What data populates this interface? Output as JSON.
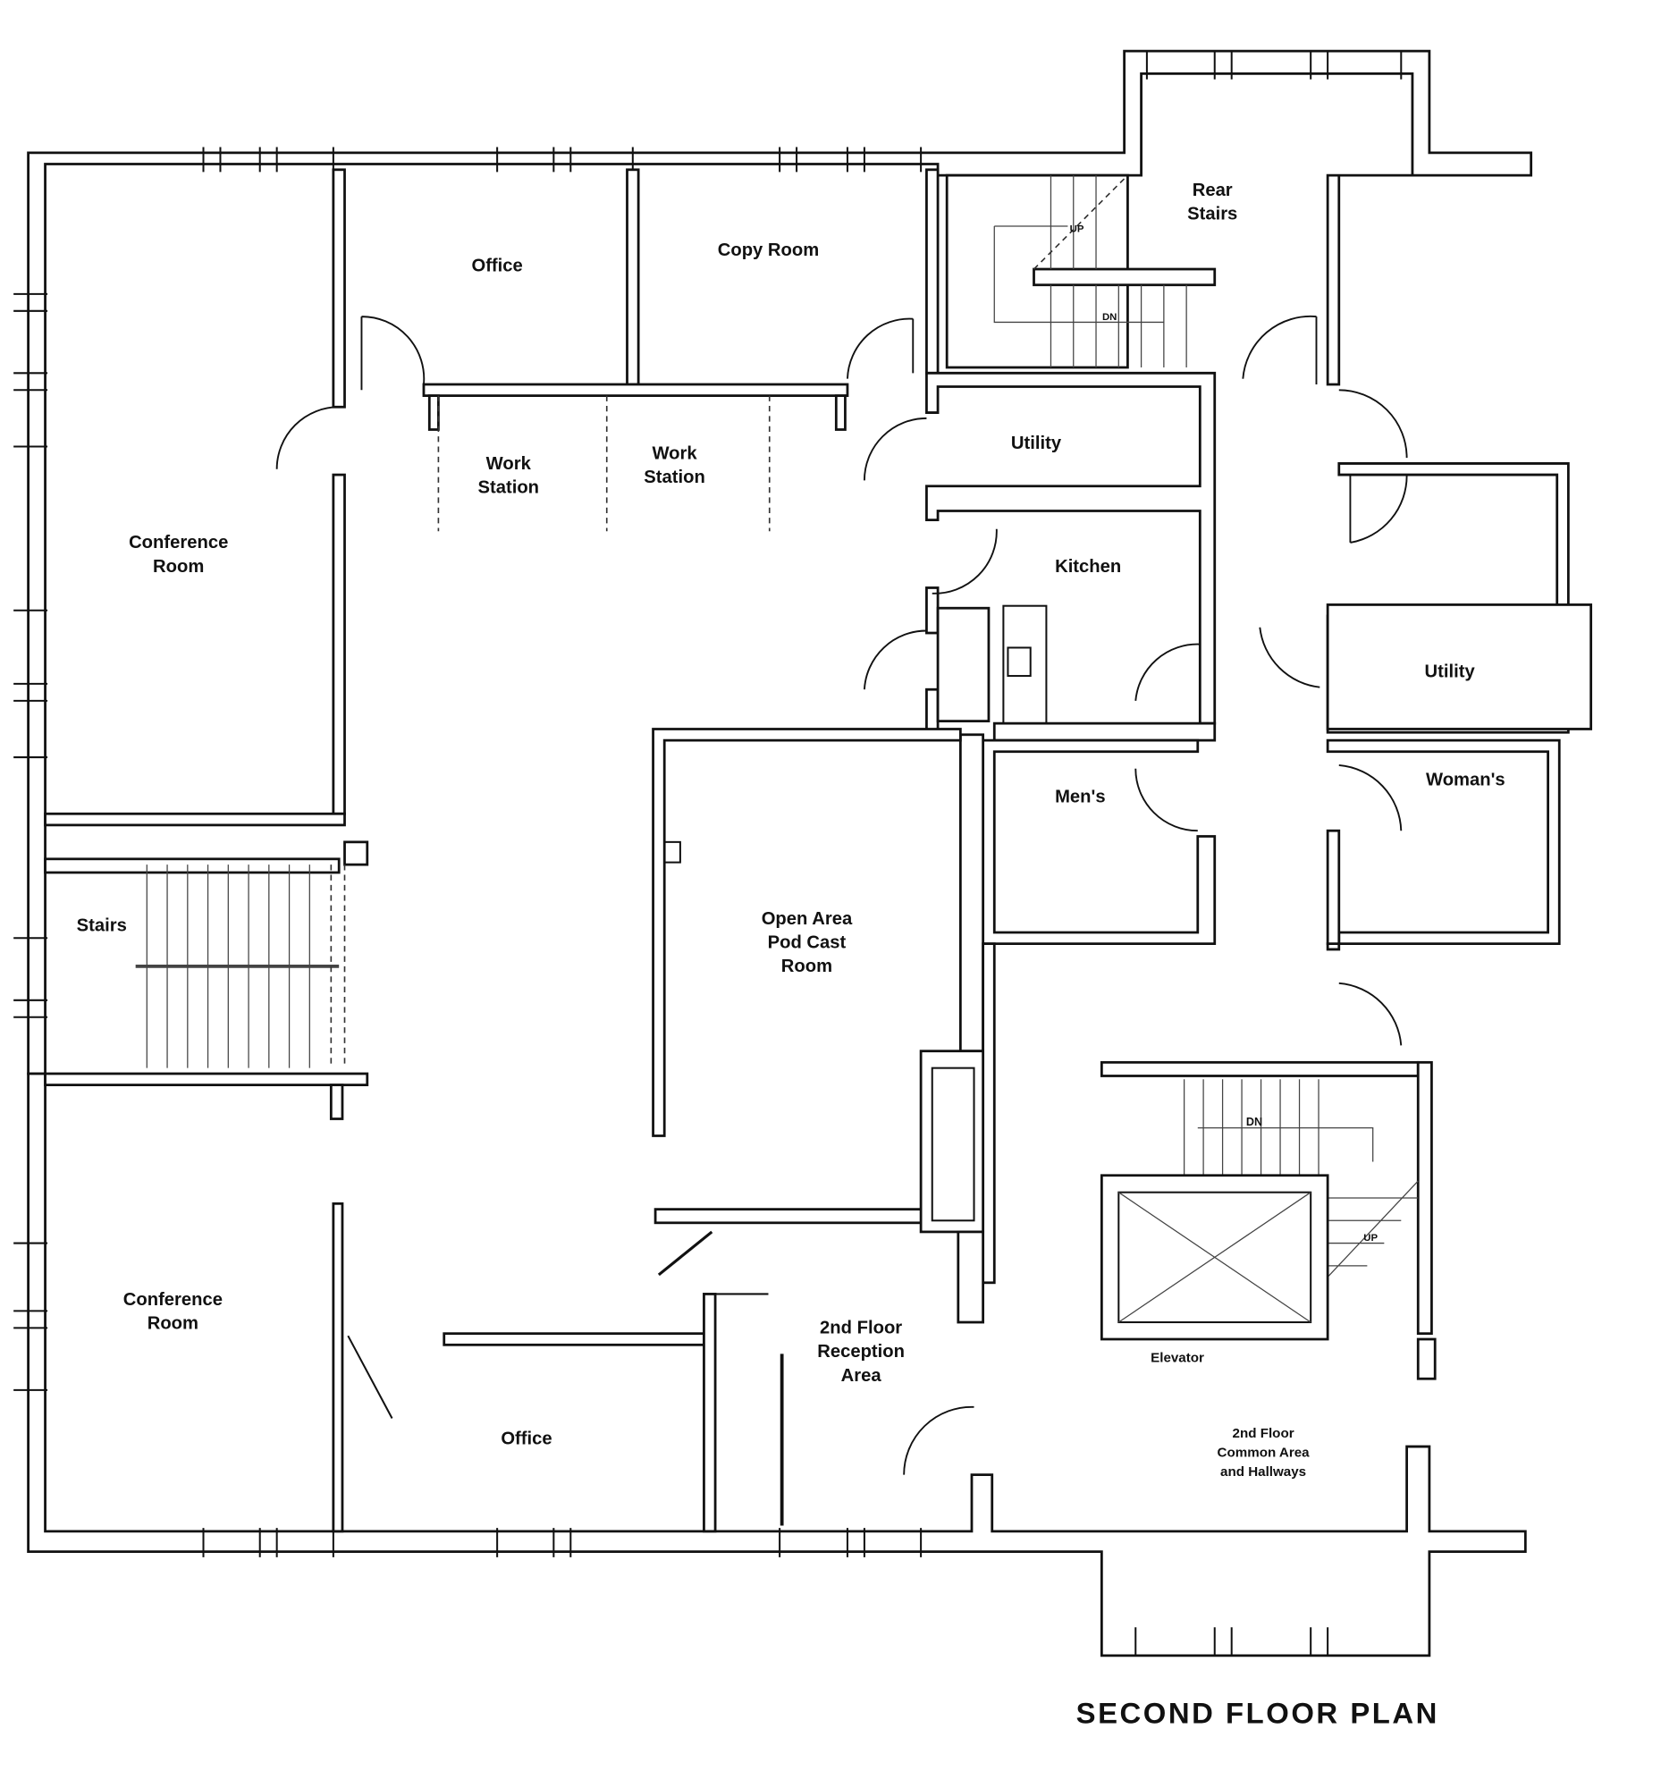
{
  "plan": {
    "title": "SECOND FLOOR PLAN",
    "rooms": {
      "office_top": "Office",
      "copy_room": "Copy Room",
      "rear_stairs": [
        "Rear",
        "Stairs"
      ],
      "work_station_1": [
        "Work",
        "Station"
      ],
      "work_station_2": [
        "Work",
        "Station"
      ],
      "utility_1": "Utility",
      "kitchen": "Kitchen",
      "utility_2": "Utility",
      "conference_top": [
        "Conference",
        "Room"
      ],
      "mens": "Men's",
      "womans": "Woman's",
      "stairs": "Stairs",
      "open_area": [
        "Open Area",
        "Pod Cast",
        "Room"
      ],
      "conference_bottom": [
        "Conference",
        "Room"
      ],
      "reception": [
        "2nd Floor",
        "Reception",
        "Area"
      ],
      "office_bottom": "Office",
      "elevator": "Elevator",
      "common_area": [
        "2nd Floor",
        "Common Area",
        "and Hallways"
      ]
    },
    "stair_marks": {
      "rear_up": "UP",
      "rear_dn": "DN",
      "front_dn": "DN",
      "front_up": "UP"
    }
  }
}
